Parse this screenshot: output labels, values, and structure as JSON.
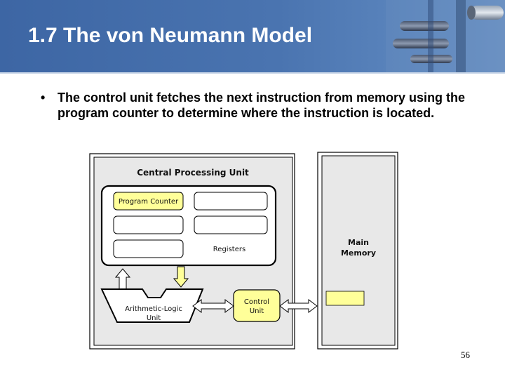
{
  "slide": {
    "title": "1.7 The von Neumann Model",
    "bullet": "The control unit fetches the next instruction from memory using the program counter to determine where the instruction is located.",
    "bullet_marker": "•",
    "page_number": "56"
  },
  "diagram": {
    "cpu_label": "Central Processing Unit",
    "program_counter_label": "Program Counter",
    "registers_label": "Registers",
    "alu_label_line1": "Arithmetic-Logic",
    "alu_label_line2": "Unit",
    "control_unit_line1": "Control",
    "control_unit_line2": "Unit",
    "memory_label_line1": "Main",
    "memory_label_line2": "Memory",
    "highlight_color": "#ffff99",
    "panel_color": "#e8e8e8"
  }
}
